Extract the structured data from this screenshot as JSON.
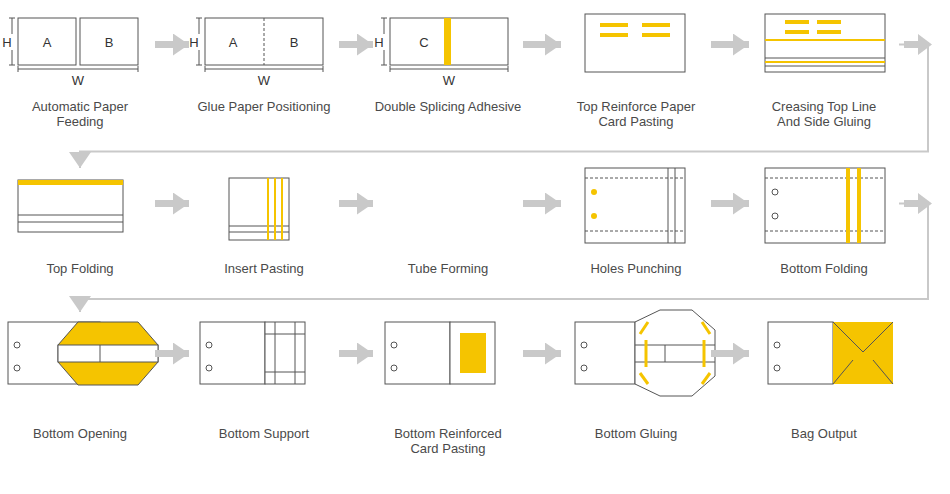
{
  "diagram": {
    "nodes": [
      {
        "text": [
          "Automatic Paper Feeding"
        ]
      },
      {
        "text": [
          "Glue Paper Positioning"
        ]
      },
      {
        "text": [
          "Double Splicing Adhesive"
        ]
      },
      {
        "text": [
          "Top Reinforce Paper Card Pasting"
        ]
      },
      {
        "text": [
          "Creasing Top Line And Side Gluing"
        ]
      },
      {
        "text": [
          "Top Folding"
        ]
      },
      {
        "text": [
          "Insert Pasting"
        ]
      },
      {
        "text": [
          "Tube Forming"
        ]
      },
      {
        "text": [
          "Holes Punching"
        ]
      },
      {
        "text": [
          "Bottom Folding"
        ]
      },
      {
        "text": [
          "Bottom Opening"
        ]
      },
      {
        "text": [
          "Bottom Support"
        ]
      },
      {
        "text": [
          "Bottom Reinforced Card Pasting"
        ]
      },
      {
        "text": [
          "Bottom Gluing"
        ]
      },
      {
        "text": [
          "Bag Output"
        ]
      }
    ],
    "edges": [
      {
        "from": 0,
        "to": 1,
        "arrow": "to"
      },
      {
        "from": 1,
        "to": 2,
        "arrow": "to"
      },
      {
        "from": 2,
        "to": 3,
        "arrow": "to"
      },
      {
        "from": 3,
        "to": 4,
        "arrow": "to"
      },
      {
        "from": 4,
        "to": 5,
        "arrow": "to"
      },
      {
        "from": 5,
        "to": 6,
        "arrow": "to"
      },
      {
        "from": 6,
        "to": 7,
        "arrow": "to"
      },
      {
        "from": 7,
        "to": 8,
        "arrow": "to"
      },
      {
        "from": 8,
        "to": 9,
        "arrow": "to"
      },
      {
        "from": 9,
        "to": 10,
        "arrow": "to"
      },
      {
        "from": 10,
        "to": 11,
        "arrow": "to"
      },
      {
        "from": 11,
        "to": 12,
        "arrow": "to"
      },
      {
        "from": 12,
        "to": 13,
        "arrow": "to"
      },
      {
        "from": 13,
        "to": 14,
        "arrow": "to"
      }
    ],
    "labels": [
      "H",
      "A",
      "B",
      "W",
      "H",
      "A",
      "B",
      "W",
      "H",
      "C",
      "W"
    ]
  }
}
